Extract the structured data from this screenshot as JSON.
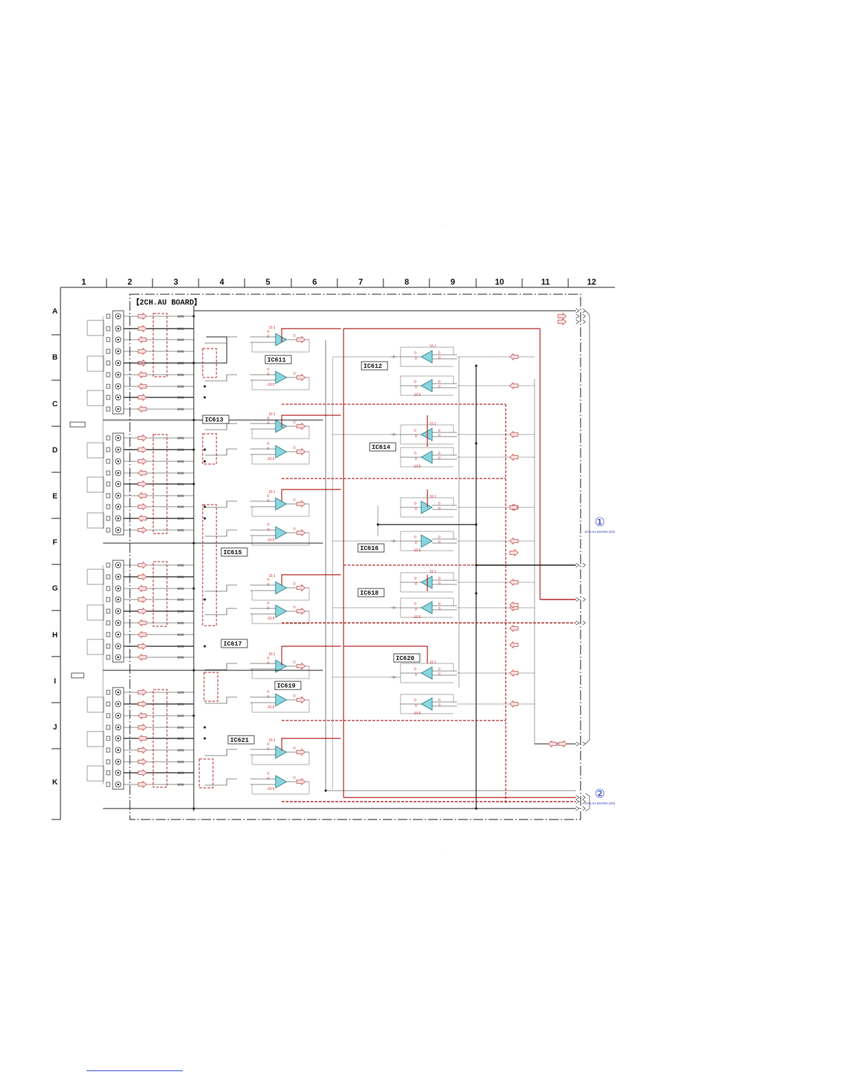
{
  "board_title": "【2CH.AU BOARD】",
  "columns": [
    "1",
    "2",
    "3",
    "4",
    "5",
    "6",
    "7",
    "8",
    "9",
    "10",
    "11",
    "12"
  ],
  "rows": [
    "A",
    "B",
    "C",
    "D",
    "E",
    "F",
    "G",
    "H",
    "I",
    "J",
    "K"
  ],
  "ic_labels": [
    "IC611",
    "IC612",
    "IC613",
    "IC614",
    "IC615",
    "IC616",
    "IC617",
    "IC618",
    "IC619",
    "IC620",
    "IC621"
  ],
  "voltages": {
    "pos": "10.1",
    "neg": "-10.5",
    "zero": "0"
  },
  "connectors": [
    {
      "number": "①",
      "label": "2CH.AU BOARD (2/3)"
    },
    {
      "number": "②",
      "label": "2CH.AU BOARD (3/3)"
    }
  ],
  "colors": {
    "wire": "#111111",
    "signal": "#b01818",
    "arrow": "#c04040",
    "amp": "#8ad6df",
    "connector": "#2233bb"
  }
}
